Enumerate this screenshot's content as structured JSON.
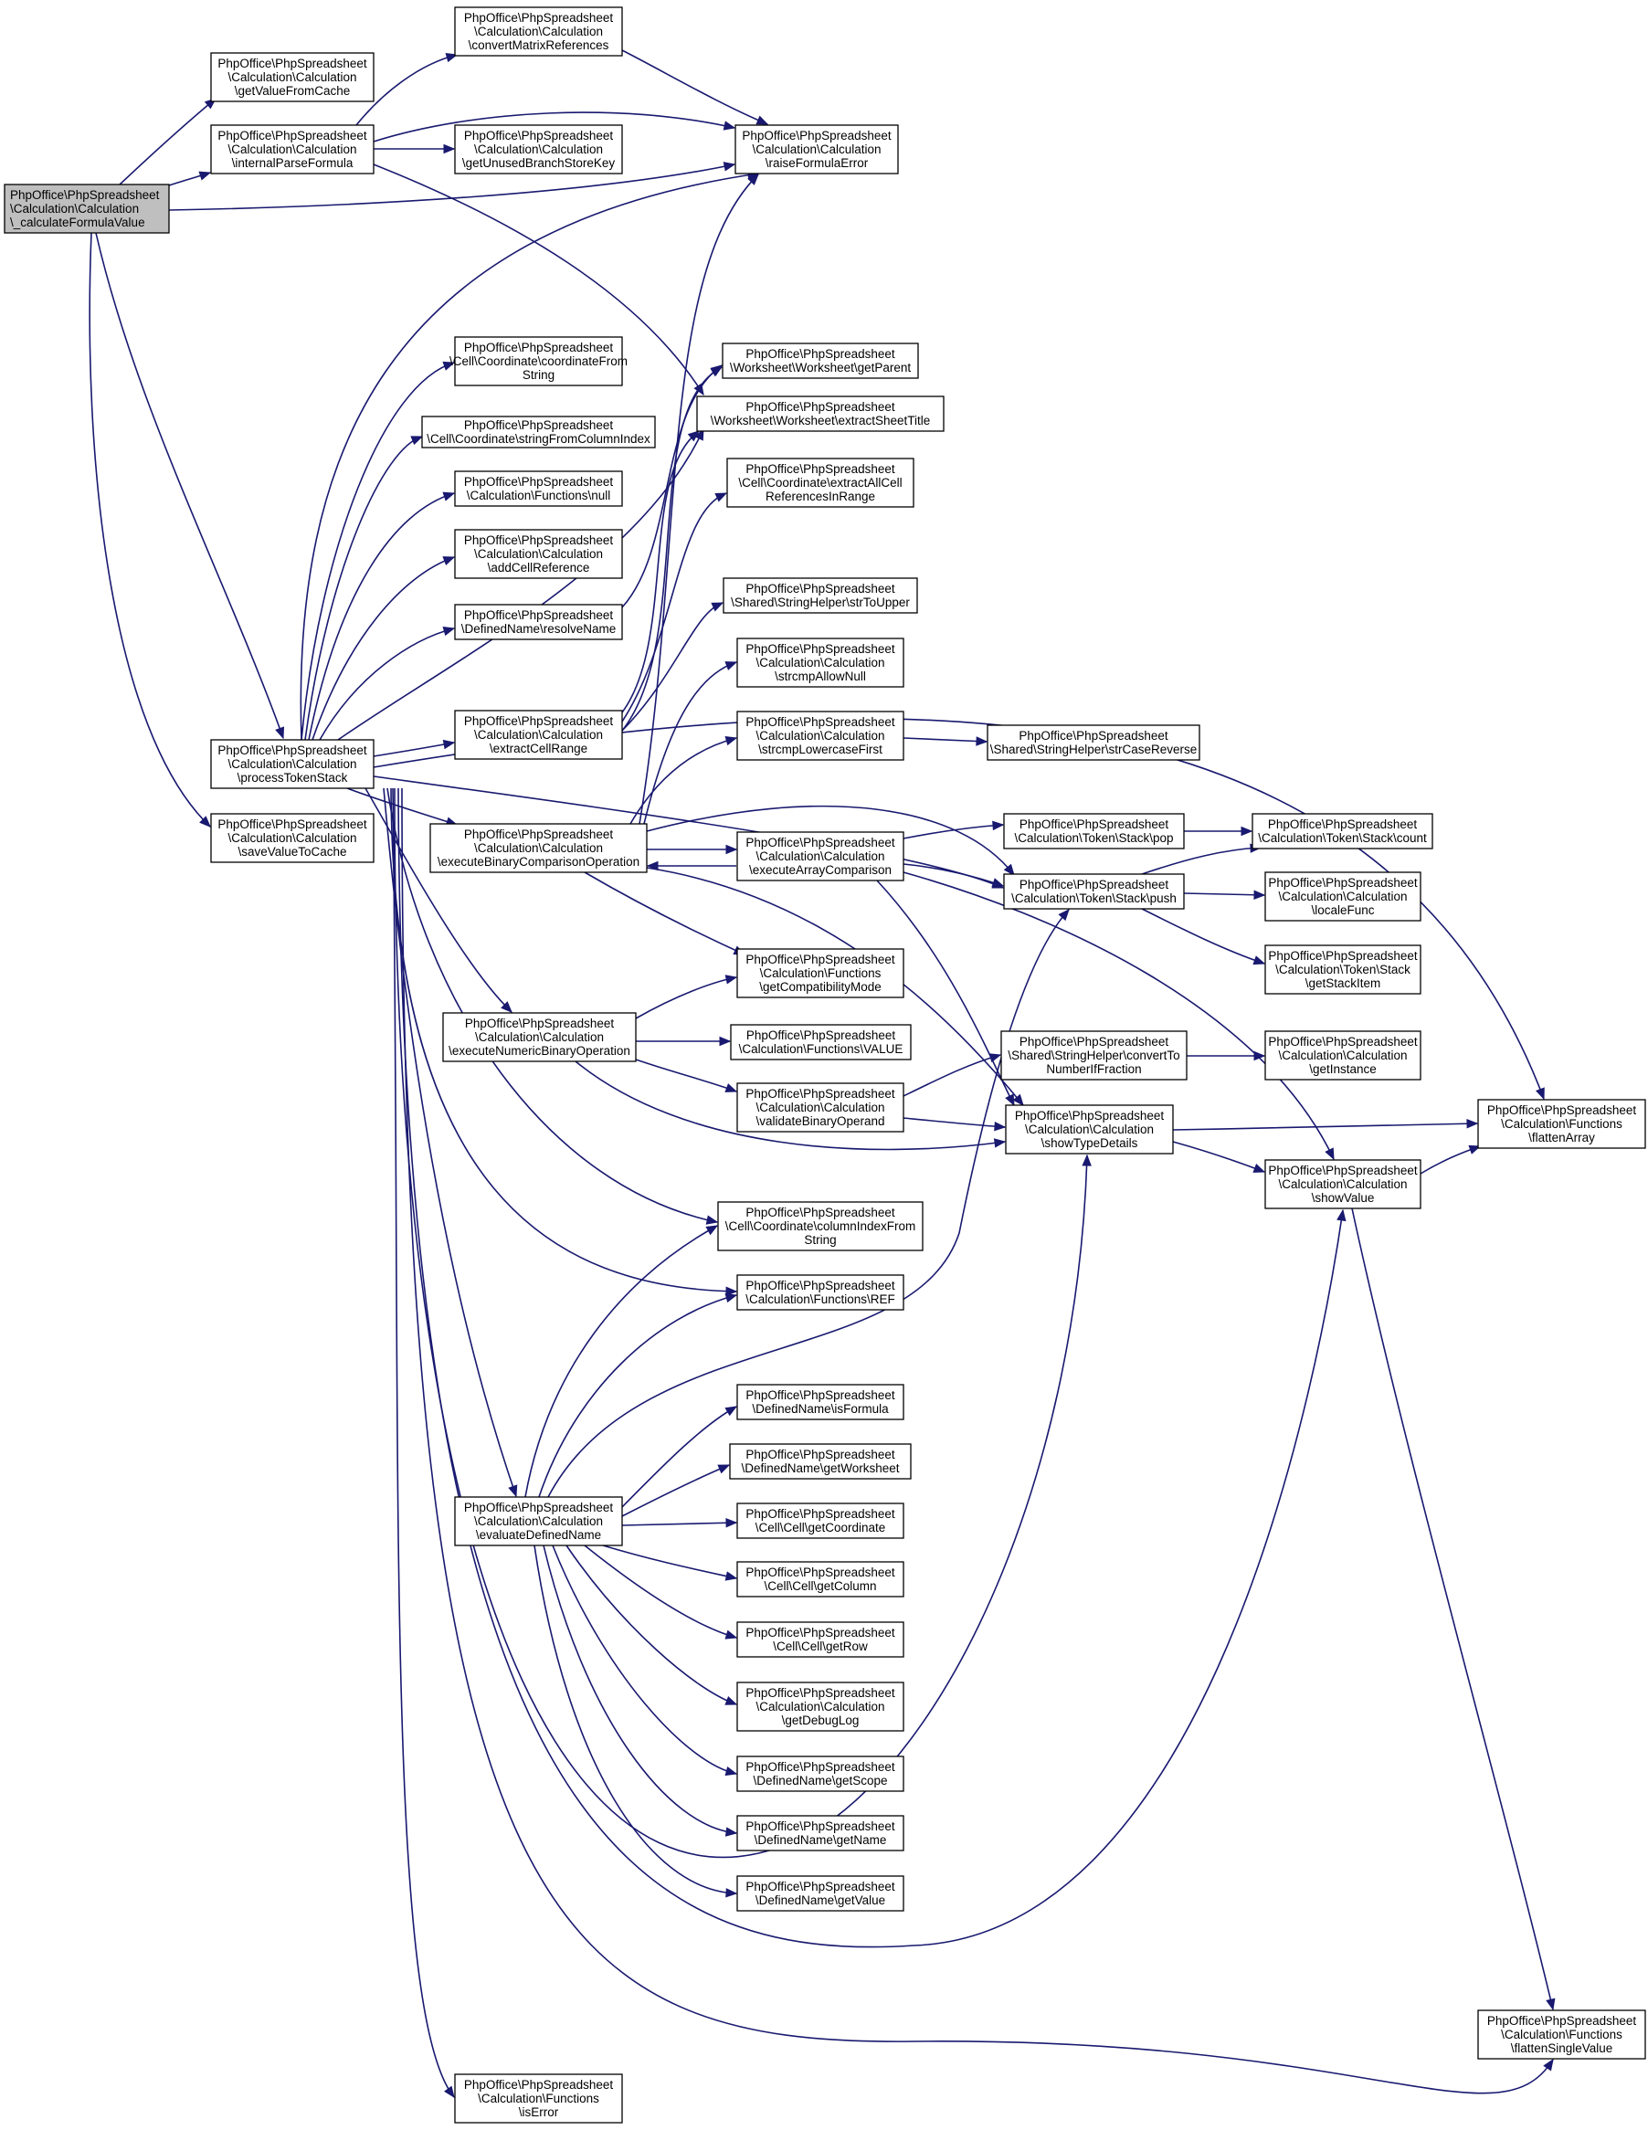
{
  "graph": {
    "nodes": [
      {
        "id": "calculateFormulaValue",
        "lines": [
          "PhpOffice\\PhpSpreadsheet",
          "\\Calculation\\Calculation",
          "\\_calculateFormulaValue"
        ],
        "root": true
      },
      {
        "id": "getValueFromCache",
        "lines": [
          "PhpOffice\\PhpSpreadsheet",
          "\\Calculation\\Calculation",
          "\\getValueFromCache"
        ]
      },
      {
        "id": "internalParseFormula",
        "lines": [
          "PhpOffice\\PhpSpreadsheet",
          "\\Calculation\\Calculation",
          "\\internalParseFormula"
        ]
      },
      {
        "id": "processTokenStack",
        "lines": [
          "PhpOffice\\PhpSpreadsheet",
          "\\Calculation\\Calculation",
          "\\processTokenStack"
        ]
      },
      {
        "id": "saveValueToCache",
        "lines": [
          "PhpOffice\\PhpSpreadsheet",
          "\\Calculation\\Calculation",
          "\\saveValueToCache"
        ]
      },
      {
        "id": "convertMatrixReferences",
        "lines": [
          "PhpOffice\\PhpSpreadsheet",
          "\\Calculation\\Calculation",
          "\\convertMatrixReferences"
        ]
      },
      {
        "id": "getUnusedBranchStoreKey",
        "lines": [
          "PhpOffice\\PhpSpreadsheet",
          "\\Calculation\\Calculation",
          "\\getUnusedBranchStoreKey"
        ]
      },
      {
        "id": "raiseFormulaError",
        "lines": [
          "PhpOffice\\PhpSpreadsheet",
          "\\Calculation\\Calculation",
          "\\raiseFormulaError"
        ]
      },
      {
        "id": "coordinateFromString",
        "lines": [
          "PhpOffice\\PhpSpreadsheet",
          "\\Cell\\Coordinate\\coordinateFrom",
          "String"
        ]
      },
      {
        "id": "stringFromColumnIndex",
        "lines": [
          "PhpOffice\\PhpSpreadsheet",
          "\\Cell\\Coordinate\\stringFromColumnIndex"
        ]
      },
      {
        "id": "functionsNull",
        "lines": [
          "PhpOffice\\PhpSpreadsheet",
          "\\Calculation\\Functions\\null"
        ]
      },
      {
        "id": "addCellReference",
        "lines": [
          "PhpOffice\\PhpSpreadsheet",
          "\\Calculation\\Calculation",
          "\\addCellReference"
        ]
      },
      {
        "id": "resolveName",
        "lines": [
          "PhpOffice\\PhpSpreadsheet",
          "\\DefinedName\\resolveName"
        ]
      },
      {
        "id": "extractCellRange",
        "lines": [
          "PhpOffice\\PhpSpreadsheet",
          "\\Calculation\\Calculation",
          "\\extractCellRange"
        ]
      },
      {
        "id": "executeBinaryComparisonOperation",
        "lines": [
          "PhpOffice\\PhpSpreadsheet",
          "\\Calculation\\Calculation",
          "\\executeBinaryComparisonOperation"
        ]
      },
      {
        "id": "executeNumericBinaryOperation",
        "lines": [
          "PhpOffice\\PhpSpreadsheet",
          "\\Calculation\\Calculation",
          "\\executeNumericBinaryOperation"
        ]
      },
      {
        "id": "evaluateDefinedName",
        "lines": [
          "PhpOffice\\PhpSpreadsheet",
          "\\Calculation\\Calculation",
          "\\evaluateDefinedName"
        ]
      },
      {
        "id": "functionsIsError",
        "lines": [
          "PhpOffice\\PhpSpreadsheet",
          "\\Calculation\\Functions",
          "\\isError"
        ]
      },
      {
        "id": "getParent",
        "lines": [
          "PhpOffice\\PhpSpreadsheet",
          "\\Worksheet\\Worksheet\\getParent"
        ]
      },
      {
        "id": "extractSheetTitle",
        "lines": [
          "PhpOffice\\PhpSpreadsheet",
          "\\Worksheet\\Worksheet\\extractSheetTitle"
        ]
      },
      {
        "id": "extractAllCellReferencesInRange",
        "lines": [
          "PhpOffice\\PhpSpreadsheet",
          "\\Cell\\Coordinate\\extractAllCell",
          "ReferencesInRange"
        ]
      },
      {
        "id": "strToUpper",
        "lines": [
          "PhpOffice\\PhpSpreadsheet",
          "\\Shared\\StringHelper\\strToUpper"
        ]
      },
      {
        "id": "strcmpAllowNull",
        "lines": [
          "PhpOffice\\PhpSpreadsheet",
          "\\Calculation\\Calculation",
          "\\strcmpAllowNull"
        ]
      },
      {
        "id": "strcmpLowercaseFirst",
        "lines": [
          "PhpOffice\\PhpSpreadsheet",
          "\\Calculation\\Calculation",
          "\\strcmpLowercaseFirst"
        ]
      },
      {
        "id": "executeArrayComparison",
        "lines": [
          "PhpOffice\\PhpSpreadsheet",
          "\\Calculation\\Calculation",
          "\\executeArrayComparison"
        ]
      },
      {
        "id": "getCompatibilityMode",
        "lines": [
          "PhpOffice\\PhpSpreadsheet",
          "\\Calculation\\Functions",
          "\\getCompatibilityMode"
        ]
      },
      {
        "id": "functionsValue",
        "lines": [
          "PhpOffice\\PhpSpreadsheet",
          "\\Calculation\\Functions\\VALUE"
        ]
      },
      {
        "id": "validateBinaryOperand",
        "lines": [
          "PhpOffice\\PhpSpreadsheet",
          "\\Calculation\\Calculation",
          "\\validateBinaryOperand"
        ]
      },
      {
        "id": "columnIndexFromString",
        "lines": [
          "PhpOffice\\PhpSpreadsheet",
          "\\Cell\\Coordinate\\columnIndexFrom",
          "String"
        ]
      },
      {
        "id": "functionsRef",
        "lines": [
          "PhpOffice\\PhpSpreadsheet",
          "\\Calculation\\Functions\\REF"
        ]
      },
      {
        "id": "isFormula",
        "lines": [
          "PhpOffice\\PhpSpreadsheet",
          "\\DefinedName\\isFormula"
        ]
      },
      {
        "id": "getWorksheet",
        "lines": [
          "PhpOffice\\PhpSpreadsheet",
          "\\DefinedName\\getWorksheet"
        ]
      },
      {
        "id": "getCoordinate",
        "lines": [
          "PhpOffice\\PhpSpreadsheet",
          "\\Cell\\Cell\\getCoordinate"
        ]
      },
      {
        "id": "getColumn",
        "lines": [
          "PhpOffice\\PhpSpreadsheet",
          "\\Cell\\Cell\\getColumn"
        ]
      },
      {
        "id": "getRow",
        "lines": [
          "PhpOffice\\PhpSpreadsheet",
          "\\Cell\\Cell\\getRow"
        ]
      },
      {
        "id": "getDebugLog",
        "lines": [
          "PhpOffice\\PhpSpreadsheet",
          "\\Calculation\\Calculation",
          "\\getDebugLog"
        ]
      },
      {
        "id": "getScope",
        "lines": [
          "PhpOffice\\PhpSpreadsheet",
          "\\DefinedName\\getScope"
        ]
      },
      {
        "id": "getName",
        "lines": [
          "PhpOffice\\PhpSpreadsheet",
          "\\DefinedName\\getName"
        ]
      },
      {
        "id": "getValue",
        "lines": [
          "PhpOffice\\PhpSpreadsheet",
          "\\DefinedName\\getValue"
        ]
      },
      {
        "id": "strCaseReverse",
        "lines": [
          "PhpOffice\\PhpSpreadsheet",
          "\\Shared\\StringHelper\\strCaseReverse"
        ]
      },
      {
        "id": "stackPop",
        "lines": [
          "PhpOffice\\PhpSpreadsheet",
          "\\Calculation\\Token\\Stack\\pop"
        ]
      },
      {
        "id": "stackPush",
        "lines": [
          "PhpOffice\\PhpSpreadsheet",
          "\\Calculation\\Token\\Stack\\push"
        ]
      },
      {
        "id": "convertToNumberIfFraction",
        "lines": [
          "PhpOffice\\PhpSpreadsheet",
          "\\Shared\\StringHelper\\convertTo",
          "NumberIfFraction"
        ]
      },
      {
        "id": "showTypeDetails",
        "lines": [
          "PhpOffice\\PhpSpreadsheet",
          "\\Calculation\\Calculation",
          "\\showTypeDetails"
        ]
      },
      {
        "id": "stackCount",
        "lines": [
          "PhpOffice\\PhpSpreadsheet",
          "\\Calculation\\Token\\Stack\\count"
        ]
      },
      {
        "id": "localeFunc",
        "lines": [
          "PhpOffice\\PhpSpreadsheet",
          "\\Calculation\\Calculation",
          "\\localeFunc"
        ]
      },
      {
        "id": "getStackItem",
        "lines": [
          "PhpOffice\\PhpSpreadsheet",
          "\\Calculation\\Token\\Stack",
          "\\getStackItem"
        ]
      },
      {
        "id": "getInstance",
        "lines": [
          "PhpOffice\\PhpSpreadsheet",
          "\\Calculation\\Calculation",
          "\\getInstance"
        ]
      },
      {
        "id": "showValue",
        "lines": [
          "PhpOffice\\PhpSpreadsheet",
          "\\Calculation\\Calculation",
          "\\showValue"
        ]
      },
      {
        "id": "flattenArray",
        "lines": [
          "PhpOffice\\PhpSpreadsheet",
          "\\Calculation\\Functions",
          "\\flattenArray"
        ]
      },
      {
        "id": "flattenSingleValue",
        "lines": [
          "PhpOffice\\PhpSpreadsheet",
          "\\Calculation\\Functions",
          "\\flattenSingleValue"
        ]
      }
    ],
    "edges": [
      [
        "calculateFormulaValue",
        "getValueFromCache"
      ],
      [
        "calculateFormulaValue",
        "internalParseFormula"
      ],
      [
        "calculateFormulaValue",
        "raiseFormulaError"
      ],
      [
        "calculateFormulaValue",
        "processTokenStack"
      ],
      [
        "calculateFormulaValue",
        "saveValueToCache"
      ],
      [
        "internalParseFormula",
        "convertMatrixReferences"
      ],
      [
        "internalParseFormula",
        "raiseFormulaError"
      ],
      [
        "internalParseFormula",
        "getUnusedBranchStoreKey"
      ],
      [
        "internalParseFormula",
        "extractSheetTitle"
      ],
      [
        "convertMatrixReferences",
        "raiseFormulaError"
      ],
      [
        "processTokenStack",
        "raiseFormulaError"
      ],
      [
        "processTokenStack",
        "coordinateFromString"
      ],
      [
        "processTokenStack",
        "stringFromColumnIndex"
      ],
      [
        "processTokenStack",
        "functionsNull"
      ],
      [
        "processTokenStack",
        "addCellReference"
      ],
      [
        "processTokenStack",
        "resolveName"
      ],
      [
        "processTokenStack",
        "extractCellRange"
      ],
      [
        "processTokenStack",
        "extractSheetTitle"
      ],
      [
        "processTokenStack",
        "executeBinaryComparisonOperation"
      ],
      [
        "processTokenStack",
        "executeNumericBinaryOperation"
      ],
      [
        "processTokenStack",
        "evaluateDefinedName"
      ],
      [
        "processTokenStack",
        "functionsIsError"
      ],
      [
        "processTokenStack",
        "flattenArray"
      ],
      [
        "processTokenStack",
        "stackPush"
      ],
      [
        "processTokenStack",
        "columnIndexFromString"
      ],
      [
        "processTokenStack",
        "functionsRef"
      ],
      [
        "processTokenStack",
        "showTypeDetails"
      ],
      [
        "processTokenStack",
        "showValue"
      ],
      [
        "processTokenStack",
        "flattenSingleValue"
      ],
      [
        "resolveName",
        "getParent"
      ],
      [
        "extractCellRange",
        "extractSheetTitle"
      ],
      [
        "extractCellRange",
        "extractAllCellReferencesInRange"
      ],
      [
        "extractCellRange",
        "getParent"
      ],
      [
        "extractCellRange",
        "strToUpper"
      ],
      [
        "executeBinaryComparisonOperation",
        "strcmpAllowNull"
      ],
      [
        "executeBinaryComparisonOperation",
        "strcmpLowercaseFirst"
      ],
      [
        "executeBinaryComparisonOperation",
        "executeArrayComparison"
      ],
      [
        "executeBinaryComparisonOperation",
        "stackPush"
      ],
      [
        "executeBinaryComparisonOperation",
        "getCompatibilityMode"
      ],
      [
        "executeBinaryComparisonOperation",
        "showTypeDetails"
      ],
      [
        "executeBinaryComparisonOperation",
        "raiseFormulaError"
      ],
      [
        "executeArrayComparison",
        "executeBinaryComparisonOperation"
      ],
      [
        "executeArrayComparison",
        "stackPop"
      ],
      [
        "executeArrayComparison",
        "stackPush"
      ],
      [
        "executeArrayComparison",
        "showTypeDetails"
      ],
      [
        "executeArrayComparison",
        "showValue"
      ],
      [
        "strcmpLowercaseFirst",
        "strCaseReverse"
      ],
      [
        "executeNumericBinaryOperation",
        "getCompatibilityMode"
      ],
      [
        "executeNumericBinaryOperation",
        "functionsValue"
      ],
      [
        "executeNumericBinaryOperation",
        "validateBinaryOperand"
      ],
      [
        "executeNumericBinaryOperation",
        "showTypeDetails"
      ],
      [
        "validateBinaryOperand",
        "convertToNumberIfFraction"
      ],
      [
        "validateBinaryOperand",
        "showTypeDetails"
      ],
      [
        "convertToNumberIfFraction",
        "getInstance"
      ],
      [
        "stackPop",
        "stackCount"
      ],
      [
        "stackPush",
        "stackCount"
      ],
      [
        "stackPush",
        "localeFunc"
      ],
      [
        "stackPush",
        "getStackItem"
      ],
      [
        "showTypeDetails",
        "flattenArray"
      ],
      [
        "showTypeDetails",
        "showValue"
      ],
      [
        "showValue",
        "flattenArray"
      ],
      [
        "showValue",
        "flattenSingleValue"
      ],
      [
        "evaluateDefinedName",
        "columnIndexFromString"
      ],
      [
        "evaluateDefinedName",
        "functionsRef"
      ],
      [
        "evaluateDefinedName",
        "isFormula"
      ],
      [
        "evaluateDefinedName",
        "getWorksheet"
      ],
      [
        "evaluateDefinedName",
        "getCoordinate"
      ],
      [
        "evaluateDefinedName",
        "getColumn"
      ],
      [
        "evaluateDefinedName",
        "getRow"
      ],
      [
        "evaluateDefinedName",
        "getDebugLog"
      ],
      [
        "evaluateDefinedName",
        "getScope"
      ],
      [
        "evaluateDefinedName",
        "getName"
      ],
      [
        "evaluateDefinedName",
        "getValue"
      ],
      [
        "evaluateDefinedName",
        "stackPush"
      ]
    ]
  }
}
